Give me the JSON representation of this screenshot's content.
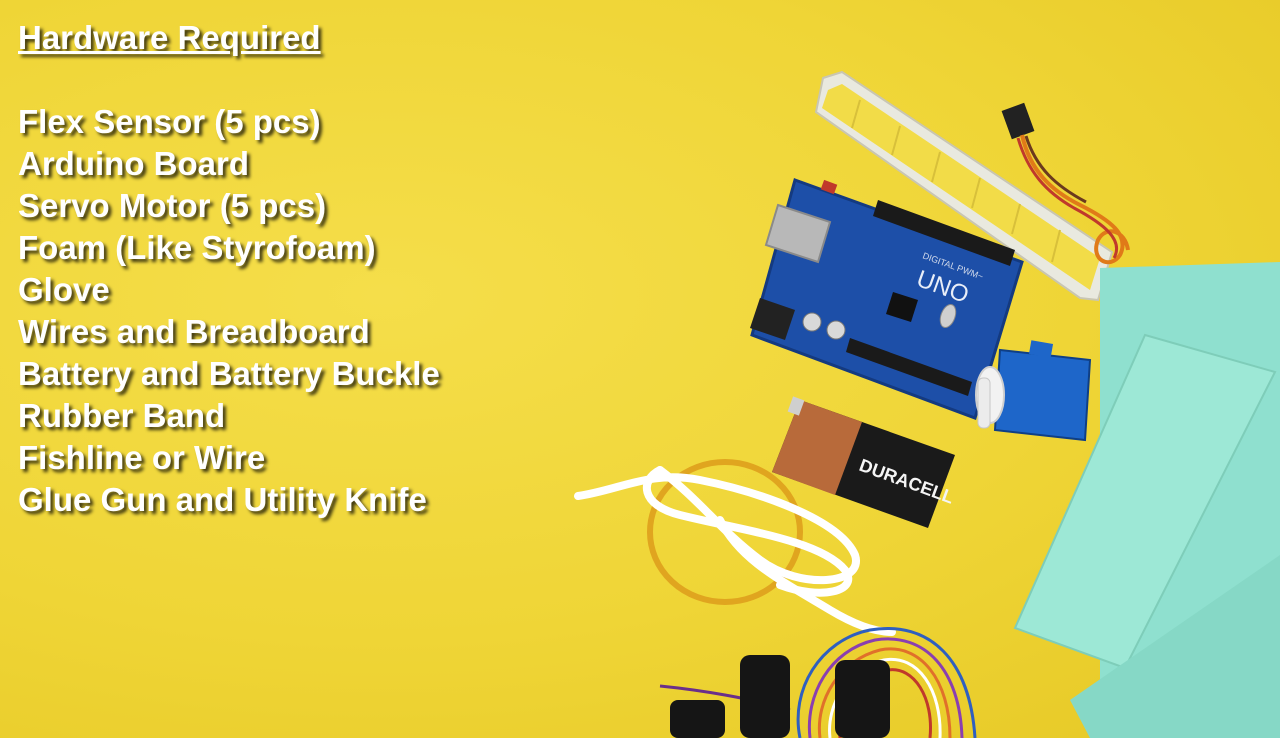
{
  "heading": "Hardware Required",
  "items": [
    "Flex Sensor (5 pcs)",
    "Arduino Board",
    "Servo Motor (5 pcs)",
    "Foam (Like Styrofoam)",
    "Glove",
    "Wires and Breadboard",
    "Battery and Battery Buckle",
    "Rubber Band",
    "Fishline or Wire",
    "Glue Gun and Utility Knife"
  ],
  "board_label": "UNO",
  "board_sublabel": "DIGITAL PWM~",
  "battery_brand": "DURACELL",
  "colors": {
    "background": "#efd536",
    "arduino_blue": "#1d4fa8",
    "foam": "#8fe0cf",
    "text": "#ffffff"
  }
}
